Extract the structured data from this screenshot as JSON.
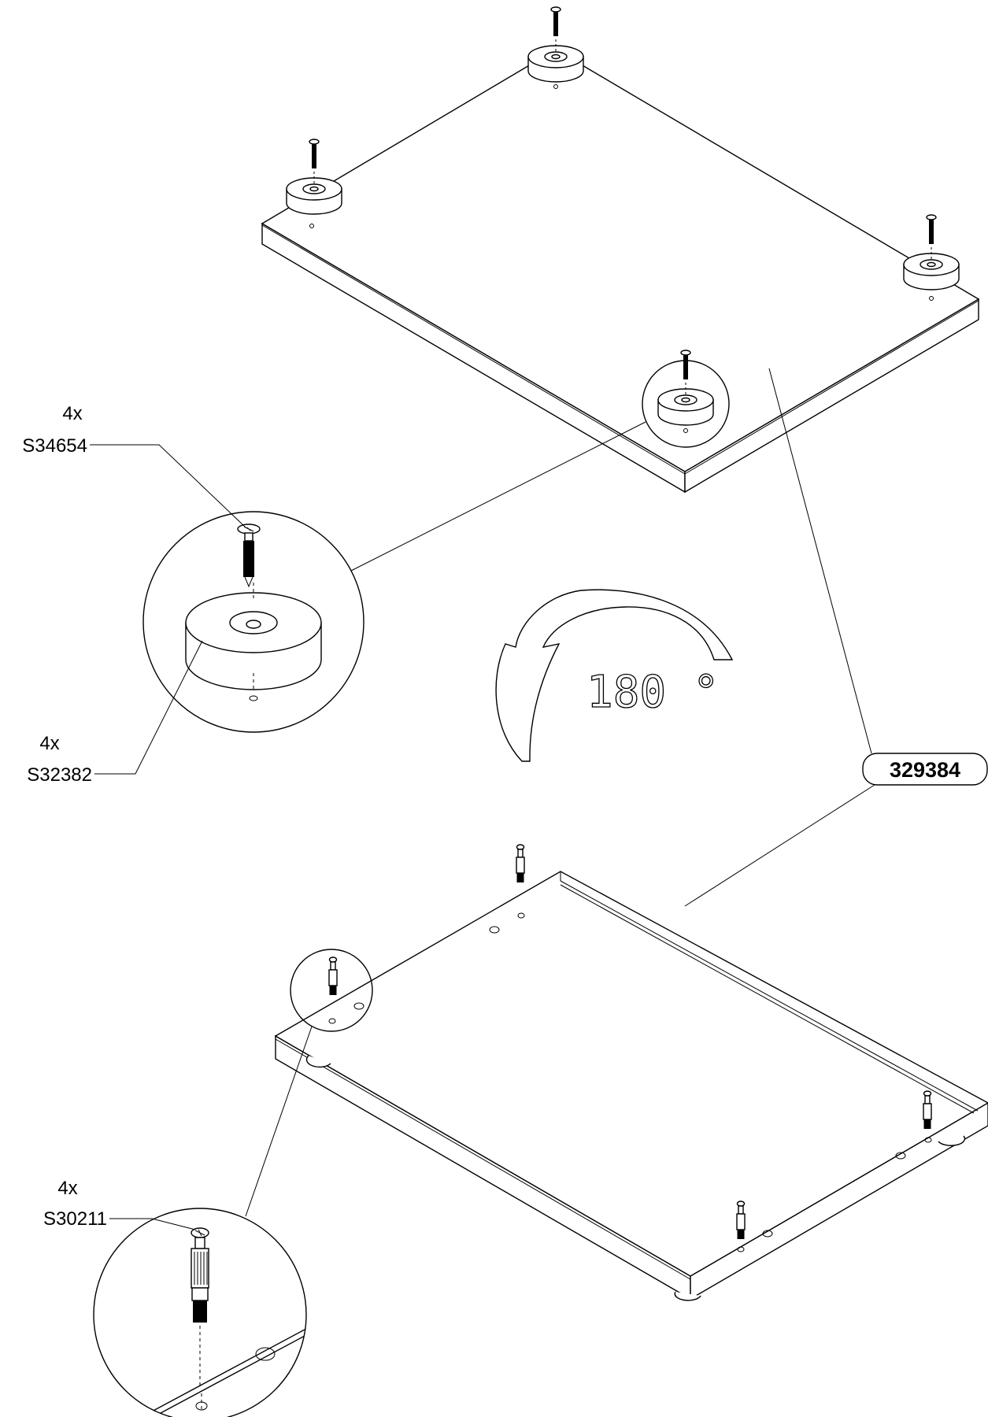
{
  "callouts": {
    "screw": {
      "qty": "4x",
      "code": "S34654"
    },
    "foot": {
      "qty": "4x",
      "code": "S32382"
    },
    "dowel": {
      "qty": "4x",
      "code": "S30211"
    }
  },
  "rotation": {
    "angle": "180 °"
  },
  "panel": {
    "part_number": "329384"
  }
}
